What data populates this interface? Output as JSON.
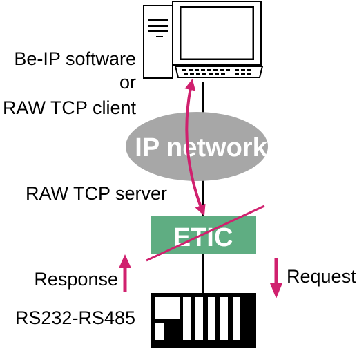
{
  "labels": {
    "software_line1": "Be-IP software",
    "software_line2": "or",
    "software_line3": "RAW TCP client",
    "network": "IP network",
    "server": "RAW TCP server",
    "device": "ETIC",
    "response": "Response",
    "request": "Request",
    "serial": "RS232-RS485"
  },
  "colors": {
    "accent": "#d0206e",
    "network_fill": "#a7a7a7",
    "etic_fill": "#5fad82",
    "line": "#000000"
  },
  "icons": [
    "desktop-computer-icon",
    "plc-rack-icon"
  ]
}
